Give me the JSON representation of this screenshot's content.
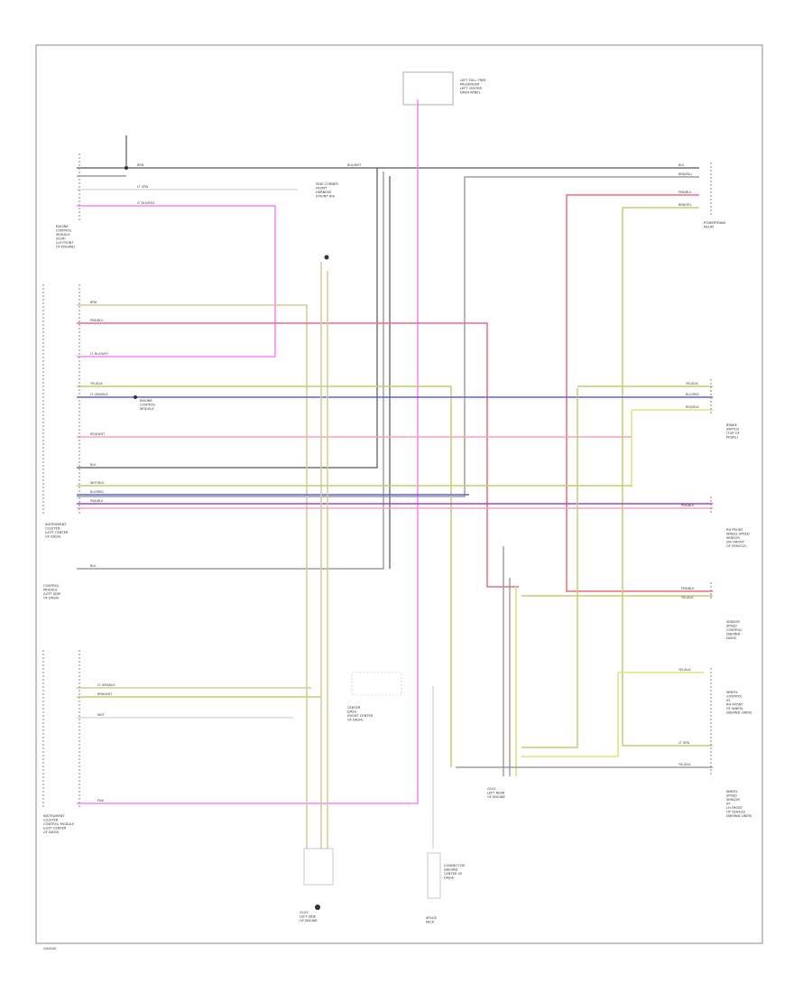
{
  "footer_code": "G00000",
  "components": {
    "top_center": {
      "lines": [
        "LEFT FULL TRIM",
        "PASSENGER",
        "LEFT CENTER",
        "DASH PANEL"
      ]
    },
    "ecm_block": {
      "lines": [
        "ENGINE",
        "CONTROL",
        "MODULE",
        "(ECM)",
        "(LH FRONT",
        "OF ENGINE)"
      ]
    },
    "right_top": {
      "lines": [
        "POWERTRAIN",
        "RELAY"
      ]
    },
    "center_gnd": {
      "lines": [
        "SIDE CORNER",
        "FRONT",
        "HARNESS",
        "(FRONT RH)"
      ]
    },
    "center_connector": {
      "lines": [
        "ENGINE",
        "CONTROL",
        "MODULE"
      ]
    },
    "left_mid": {
      "lines": [
        "INSTRUMENT",
        "CLUSTER",
        "(LEFT CENTER",
        "OF DASH)"
      ]
    },
    "center_dash": {
      "lines": [
        "CENTER",
        "DASH",
        "(RIGHT CENTER",
        "OF DASH)"
      ]
    },
    "left_low": {
      "lines": [
        "CONTROL",
        "MODULE",
        "(LEFT SIDE",
        "OF DASH)"
      ]
    },
    "left_bottom": {
      "lines": [
        "INSTRUMENT",
        "CLUSTER",
        "CONTROL MODULE",
        "(LEFT CENTER",
        "OF DASH)"
      ]
    },
    "r_mid1": {
      "lines": [
        "BRAKE",
        "SWITCH",
        "(TOP OF",
        "PEDAL)"
      ]
    },
    "r_mid2": {
      "lines": [
        "RH FRONT",
        "WHEEL SPEED",
        "SENSOR",
        "(RH FRONT",
        "OF VEHICLE)"
      ]
    },
    "r_mid3": {
      "lines": [
        "SENSOR",
        "SPEED",
        "CONTROL",
        "(BEHIND",
        "DASH)"
      ]
    },
    "r_low1": {
      "lines": [
        "WHEEL",
        "CONTROL",
        "AT",
        "RH FRONT",
        "OF WHEEL",
        "(BEHIND LINER)"
      ]
    },
    "r_low2": {
      "lines": [
        "WHEEL",
        "SPEED",
        "SENSOR",
        "AT",
        "LH FRONT",
        "OF VEHICLE",
        "(BEHIND LINER)"
      ]
    },
    "gnd_center": {
      "lines": [
        "G101",
        "LEFT REAR",
        "OF ENGINE"
      ]
    },
    "gnd_bottom": {
      "lines": [
        "G102",
        "LEFT SIDE",
        "OF ENGINE"
      ]
    },
    "bottom_center": {
      "lines": [
        "SPLICE",
        "PACK"
      ]
    },
    "bottom_box": {
      "lines": [
        "CONNECTOR",
        "(BEHIND",
        "CENTER OF",
        "DASH)"
      ]
    }
  },
  "wire_labels": {
    "ecm_top": [
      "BRN",
      "LT GRN",
      "LT BLU/RED",
      "BLK/WHT"
    ],
    "left_mid": [
      "BRN",
      "PNK/BLU",
      "LT BLU/WHT",
      "YEL/BLK",
      "LT GRN/BLK",
      "RED/WHT",
      "BLK",
      "WHT/BLK",
      "BLU/RED",
      "PNK/BLK",
      "BLK"
    ],
    "left_low": [
      "LT GRN/BLK",
      "BRN/WHT",
      "WHT",
      "PNK"
    ],
    "right": [
      "BLK",
      "BRN/BLU",
      "PNK/BLU",
      "BRN/YEL",
      "YEL/BLK",
      "BLU/RED",
      "RED/BLK",
      "PNK/BLK",
      "PNK/BLK",
      "YEL/BLK",
      "YEL/BLK",
      "LT GRN",
      "YEL/BLK"
    ]
  }
}
